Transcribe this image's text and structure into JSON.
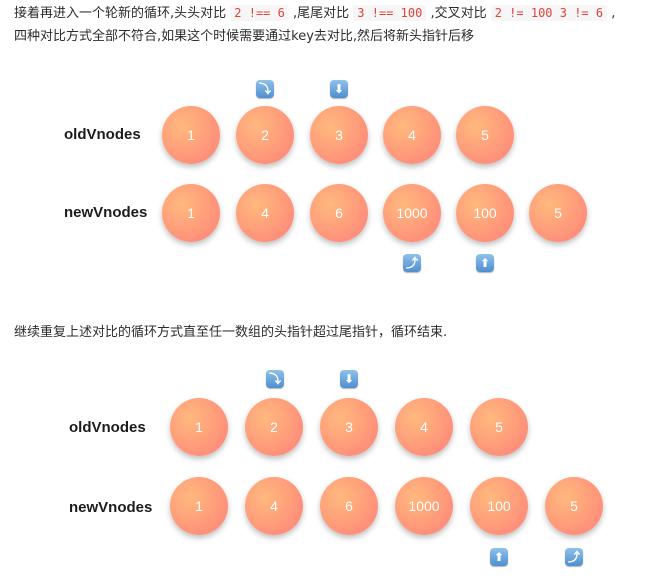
{
  "paragraph1": {
    "t1": "接着再进入一个轮新的循环,头头对比",
    "c1": "2 !== 6",
    "t2": ",尾尾对比",
    "c2": "3 !== 100",
    "t3": ",交叉对比",
    "c3": "2 != 100 3 != 6",
    "t4": ",",
    "line2": "四种对比方式全部不符合,如果这个时候需要通过key去对比,然后将新头指针后移"
  },
  "paragraph2": "继续重复上述对比的循环方式直至任一数组的头指针超过尾指针，循环结束.",
  "diagram1": {
    "old_label": "oldVnodes",
    "new_label": "newVnodes",
    "old_nodes": [
      "1",
      "2",
      "3",
      "4",
      "5"
    ],
    "new_nodes": [
      "1",
      "4",
      "6",
      "1000",
      "100",
      "5"
    ],
    "top_arrows": [
      "arrow-turn-down-icon",
      "arrow-down-icon"
    ],
    "bottom_arrows": [
      "arrow-turn-up-icon",
      "arrow-up-icon"
    ]
  },
  "diagram2": {
    "old_label": "oldVnodes",
    "new_label": "newVnodes",
    "old_nodes": [
      "1",
      "2",
      "3",
      "4",
      "5"
    ],
    "new_nodes": [
      "1",
      "4",
      "6",
      "1000",
      "100",
      "5"
    ],
    "top_arrows": [
      "arrow-turn-down-icon",
      "arrow-down-icon"
    ],
    "bottom_arrows": [
      "arrow-up-icon",
      "arrow-turn-up-icon"
    ]
  },
  "colors": {
    "node_start": "#ffb97e",
    "node_end": "#ff7f7a",
    "arrow": "#4f8fcf",
    "code": "#e0433a"
  }
}
